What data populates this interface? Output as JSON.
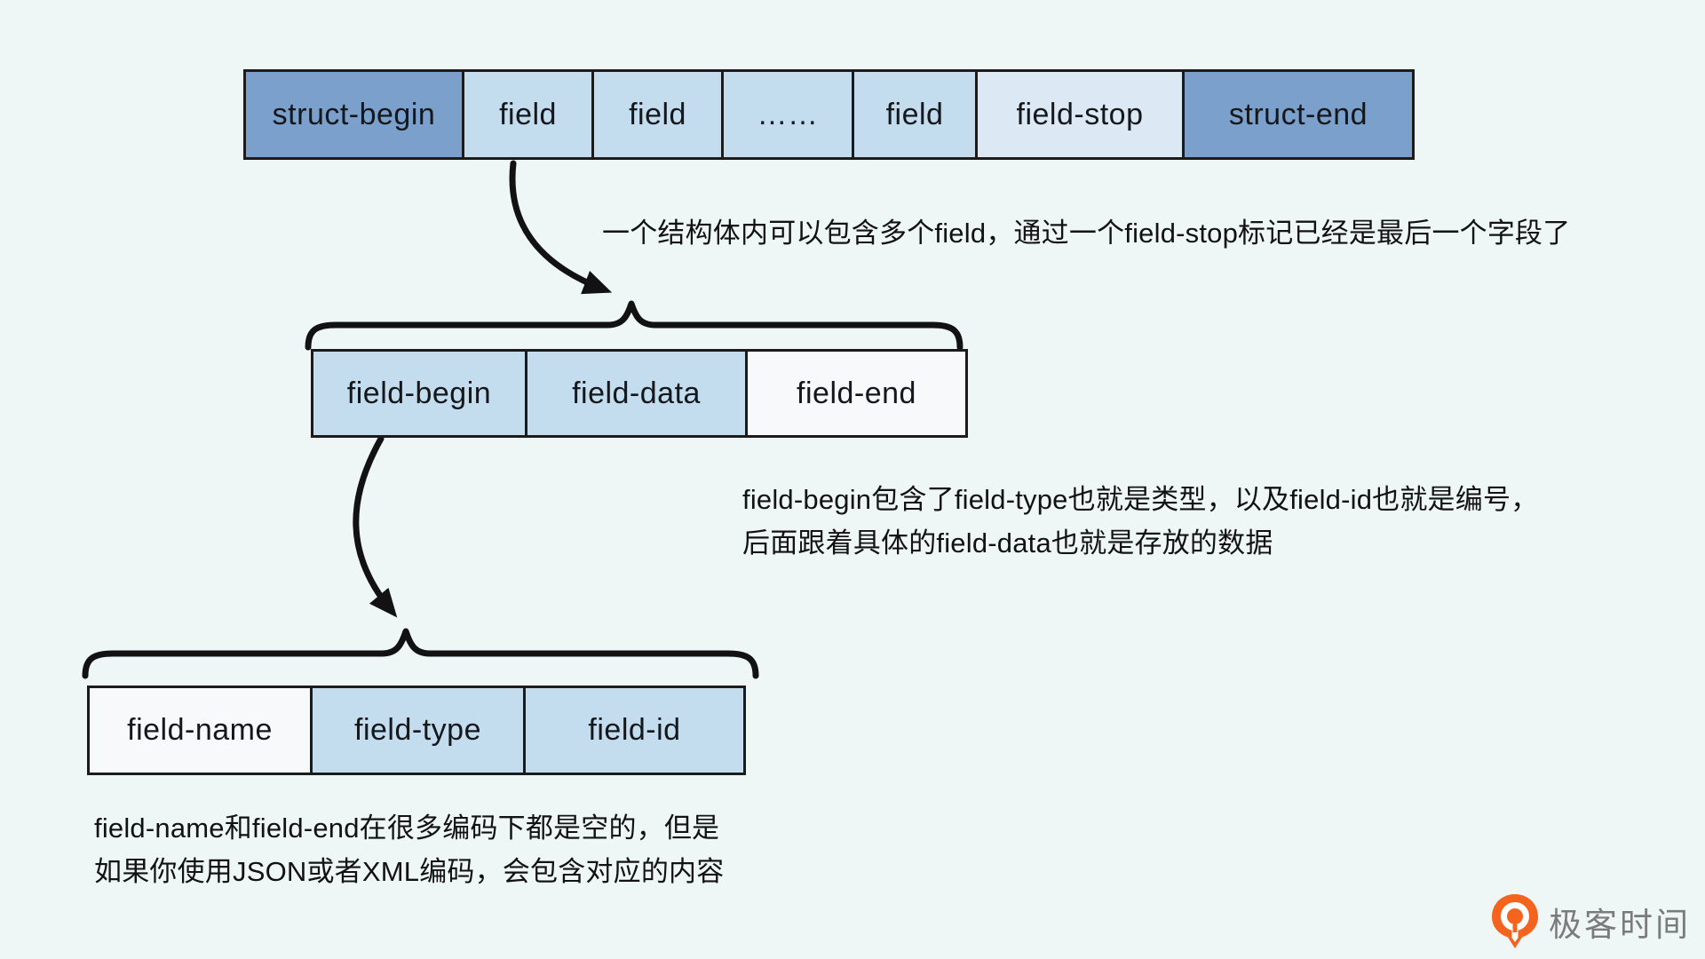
{
  "colors": {
    "background": "#eff7f6",
    "cell_dark": "#7ba0cc",
    "cell_light": "#c3dcee",
    "cell_lighter": "#dce8f3",
    "cell_white": "#f7f9fa",
    "line_black": "#121212",
    "logo_orange": "#f4641e",
    "logo_text_gray": "#7b7b7b"
  },
  "struct_row": {
    "cells": [
      {
        "label": "struct-begin"
      },
      {
        "label": "field"
      },
      {
        "label": "field"
      },
      {
        "label": "……"
      },
      {
        "label": "field"
      },
      {
        "label": "field-stop"
      },
      {
        "label": "struct-end"
      }
    ]
  },
  "field_row": {
    "cells": [
      {
        "label": "field-begin"
      },
      {
        "label": "field-data"
      },
      {
        "label": "field-end"
      }
    ]
  },
  "field_begin_row": {
    "cells": [
      {
        "label": "field-name"
      },
      {
        "label": "field-type"
      },
      {
        "label": "field-id"
      }
    ]
  },
  "annotations": {
    "struct_note": "一个结构体内可以包含多个field，通过一个field-stop标记已经是最后一个字段了",
    "field_note_line1": "field-begin包含了field-type也就是类型，以及field-id也就是编号，",
    "field_note_line2": "后面跟着具体的field-data也就是存放的数据",
    "name_note_line1": "field-name和field-end在很多编码下都是空的，但是",
    "name_note_line2": "如果你使用JSON或者XML编码，会包含对应的内容"
  },
  "logo": {
    "text": "极客时间"
  }
}
